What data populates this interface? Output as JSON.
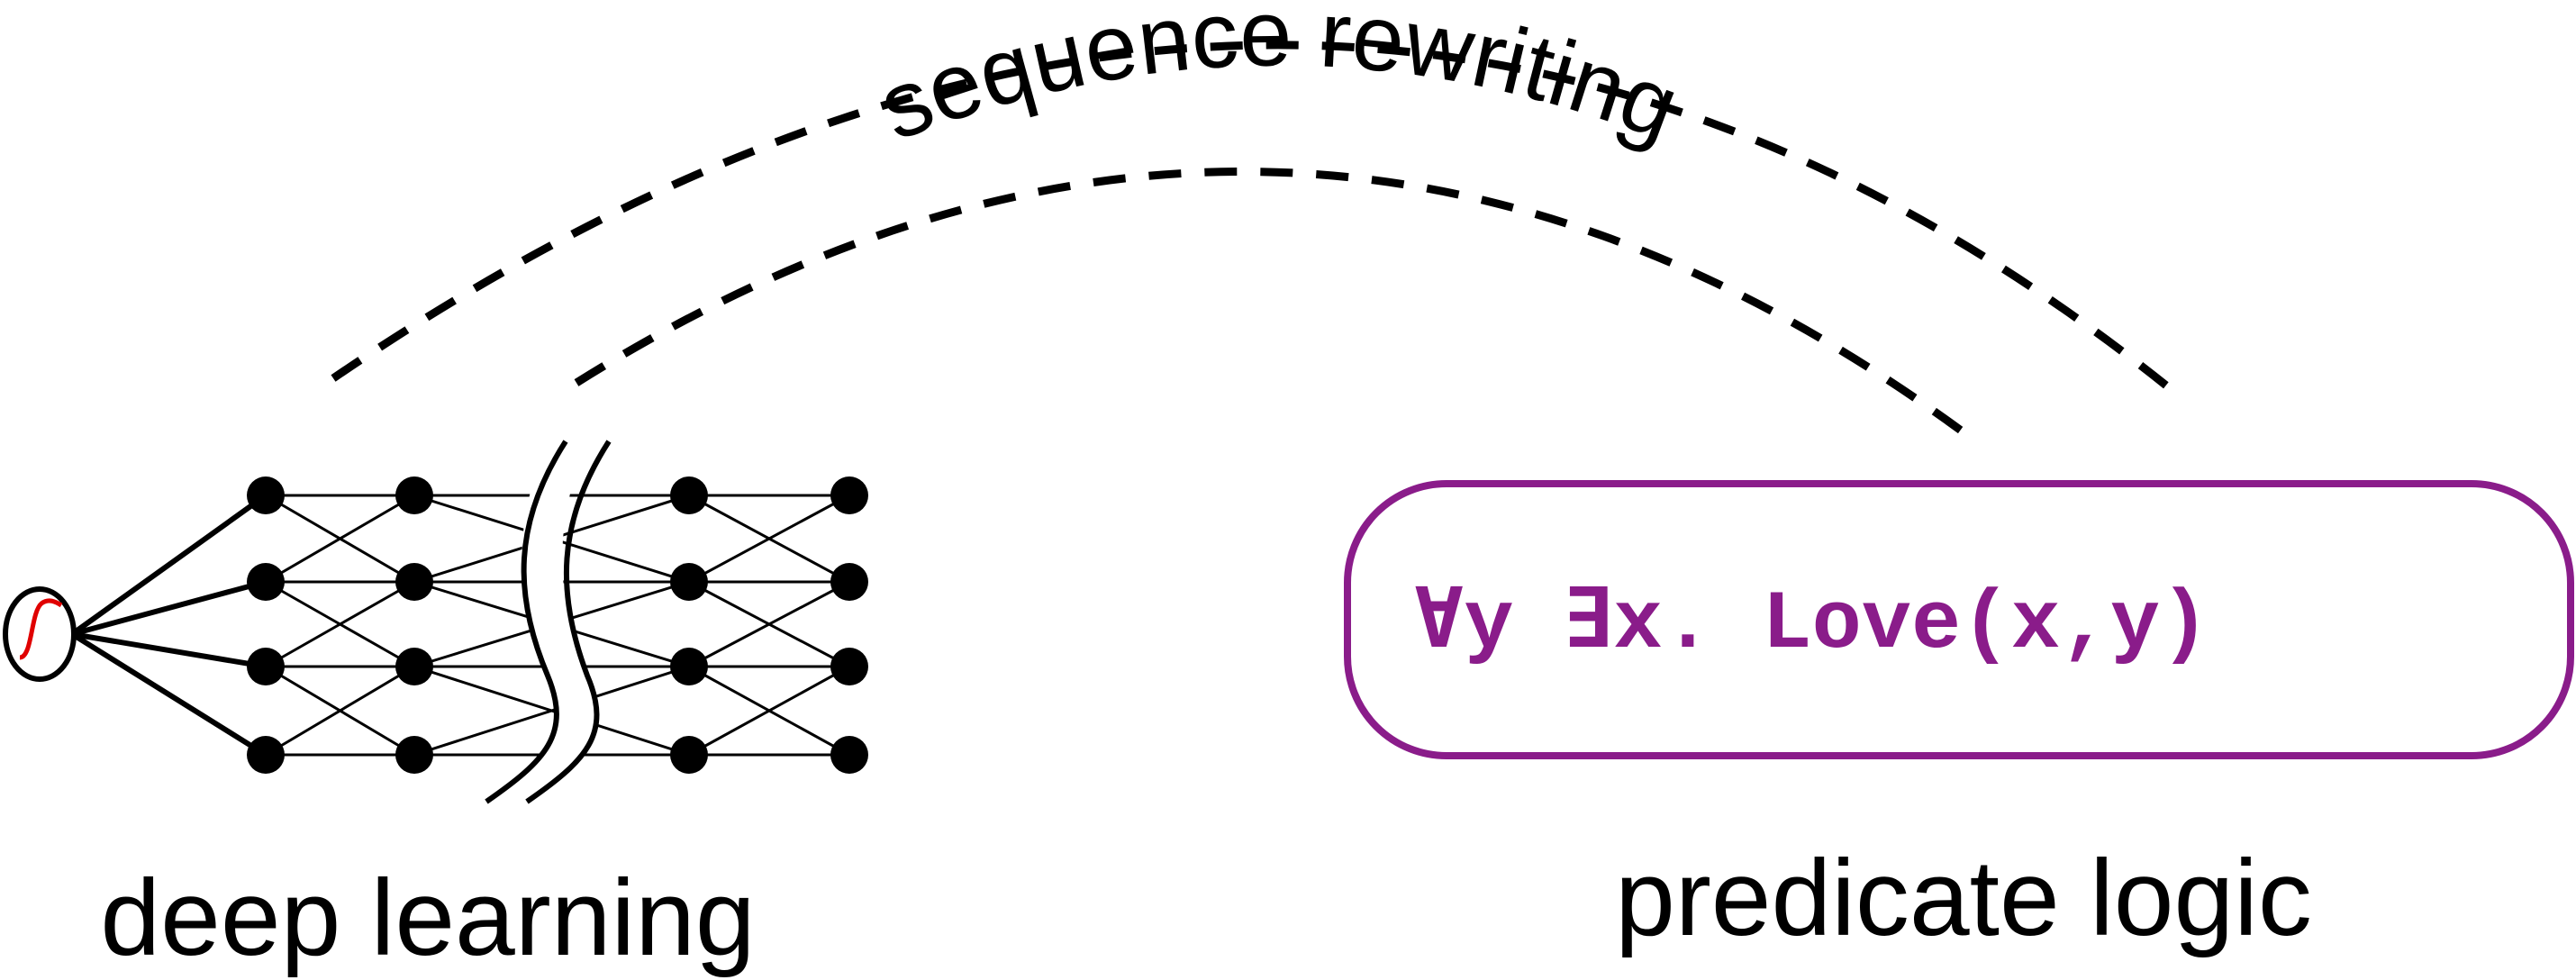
{
  "colors": {
    "logic": "#8a1c8a",
    "activation_curve": "#e00000",
    "ink": "#000000"
  },
  "arc_label": "sequence rewriting",
  "left_caption": "deep learning",
  "right_caption": "predicate logic",
  "formula": {
    "forall": "∀",
    "forall_var": "y",
    "exists": "∃",
    "exists_var": "x.",
    "predicate": "Love(x,y)"
  },
  "network": {
    "layers": 4,
    "nodes_per_layer": 4
  }
}
